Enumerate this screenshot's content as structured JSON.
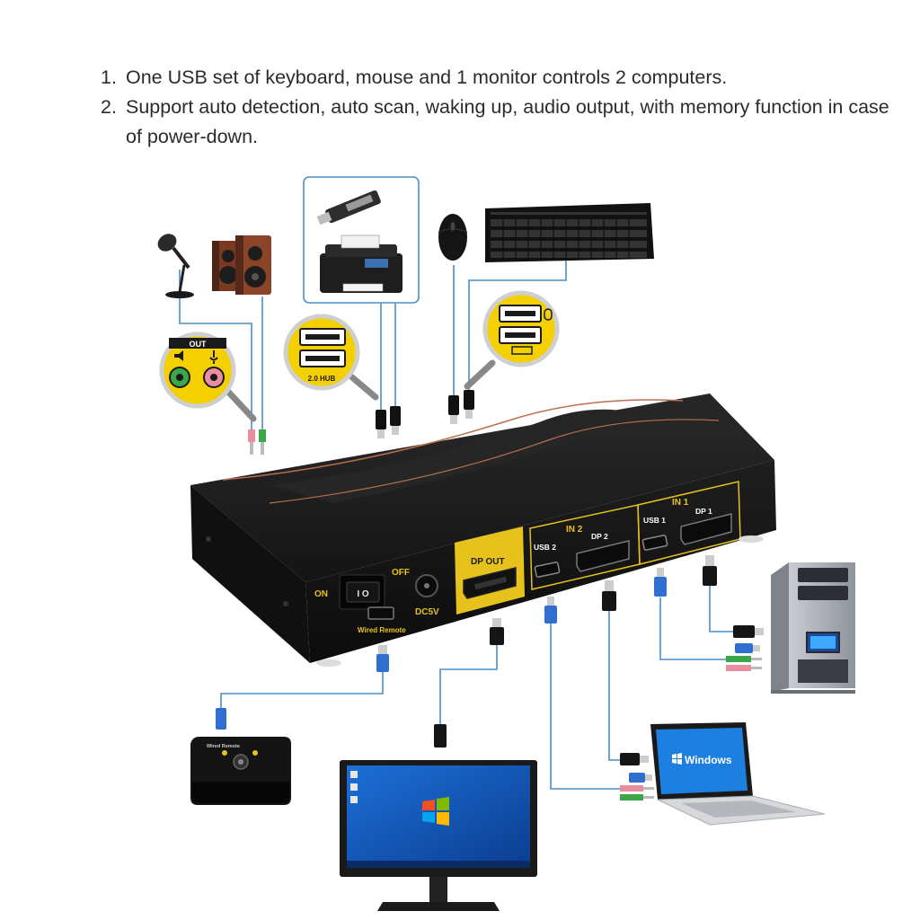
{
  "features": [
    {
      "num": "1.",
      "text": "One USB set of keyboard, mouse and 1 monitor controls 2 computers."
    },
    {
      "num": "2.",
      "text": "Support auto detection, auto scan, waking up, audio output, with memory function in case of power-down."
    }
  ],
  "kvm": {
    "power_on": "ON",
    "power_off": "OFF",
    "power_symbols": "I O",
    "dc": "DC5V",
    "wired_remote": "Wired Remote",
    "dp_out": "DP OUT",
    "in2": "IN 2",
    "in1": "IN 1",
    "usb2": "USB 2",
    "dp2": "DP 2",
    "usb1": "USB 1",
    "dp1": "DP 1"
  },
  "callouts": {
    "audio_out": "OUT",
    "hub": "2.0 HUB"
  },
  "remote_label": "Wired Remote",
  "laptop_brand": "Windows",
  "colors": {
    "cable_blue": "#4a90c8",
    "kvm_body": "#1c1c1c",
    "panel_gold": "#e8c21c",
    "audio_green": "#3aa84a",
    "audio_pink": "#e88ea0",
    "usb_blue": "#2f6fd0",
    "dp_black": "#151515"
  }
}
